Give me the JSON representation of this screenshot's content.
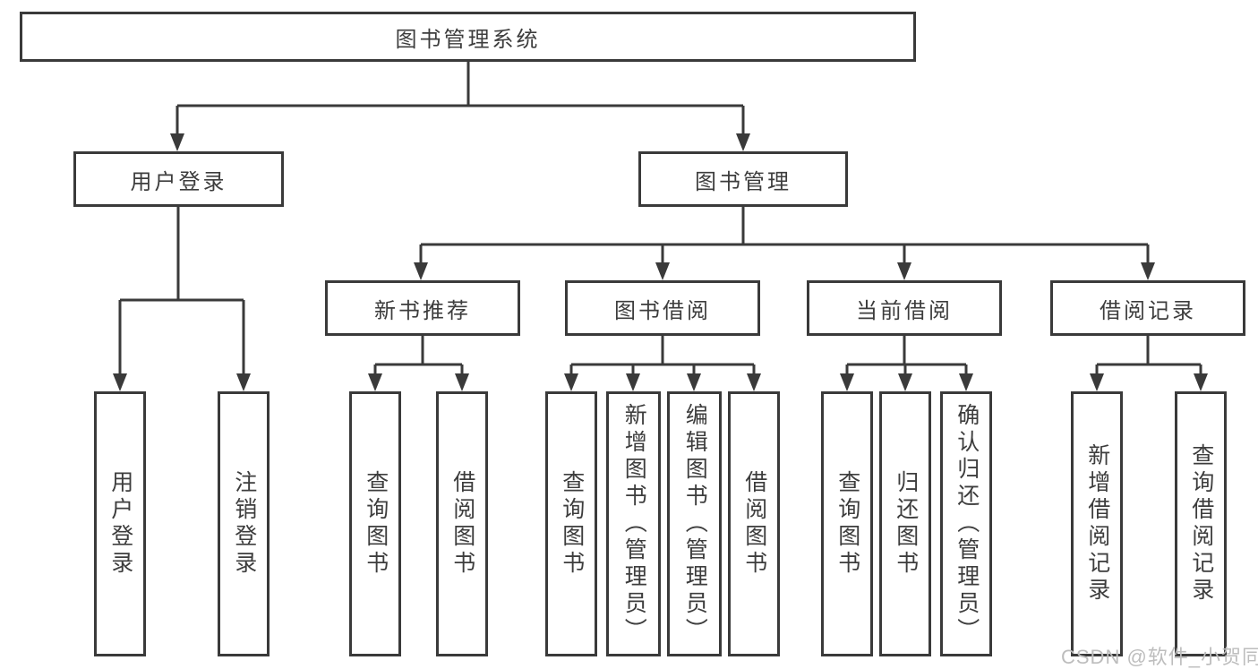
{
  "tree": {
    "label": "图书管理系统",
    "children": [
      {
        "label": "用户登录",
        "children": [
          {
            "label": "用户登录"
          },
          {
            "label": "注销登录"
          }
        ]
      },
      {
        "label": "图书管理",
        "children": [
          {
            "label": "新书推荐",
            "children": [
              {
                "label": "查询图书"
              },
              {
                "label": "借阅图书"
              }
            ]
          },
          {
            "label": "图书借阅",
            "children": [
              {
                "label": "查询图书"
              },
              {
                "label": "新增图书（管理员）"
              },
              {
                "label": "编辑图书（管理员）"
              },
              {
                "label": "借阅图书"
              }
            ]
          },
          {
            "label": "当前借阅",
            "children": [
              {
                "label": "查询图书"
              },
              {
                "label": "归还图书"
              },
              {
                "label": "确认归还（管理员）"
              }
            ]
          },
          {
            "label": "借阅记录",
            "children": [
              {
                "label": "新增借阅记录"
              },
              {
                "label": "查询借阅记录"
              }
            ]
          }
        ]
      }
    ]
  },
  "watermark": "CSDN @软件_小贺同学",
  "colors": {
    "line": "#3a3a3a",
    "text": "#3d3d3d",
    "watermark": "#bdbdbd",
    "background": "#ffffff"
  }
}
